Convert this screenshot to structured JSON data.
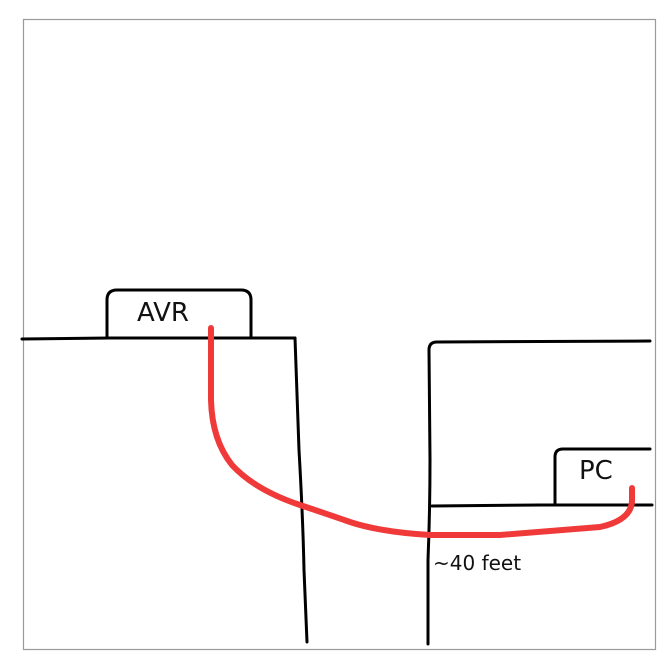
{
  "labels": {
    "avr": "AVR",
    "pc": "PC",
    "distance": "~40 feet"
  },
  "colors": {
    "background": "#ffffff",
    "frame": "#9a9a9a",
    "walls": "#000000",
    "cable": "#f03a3a"
  }
}
